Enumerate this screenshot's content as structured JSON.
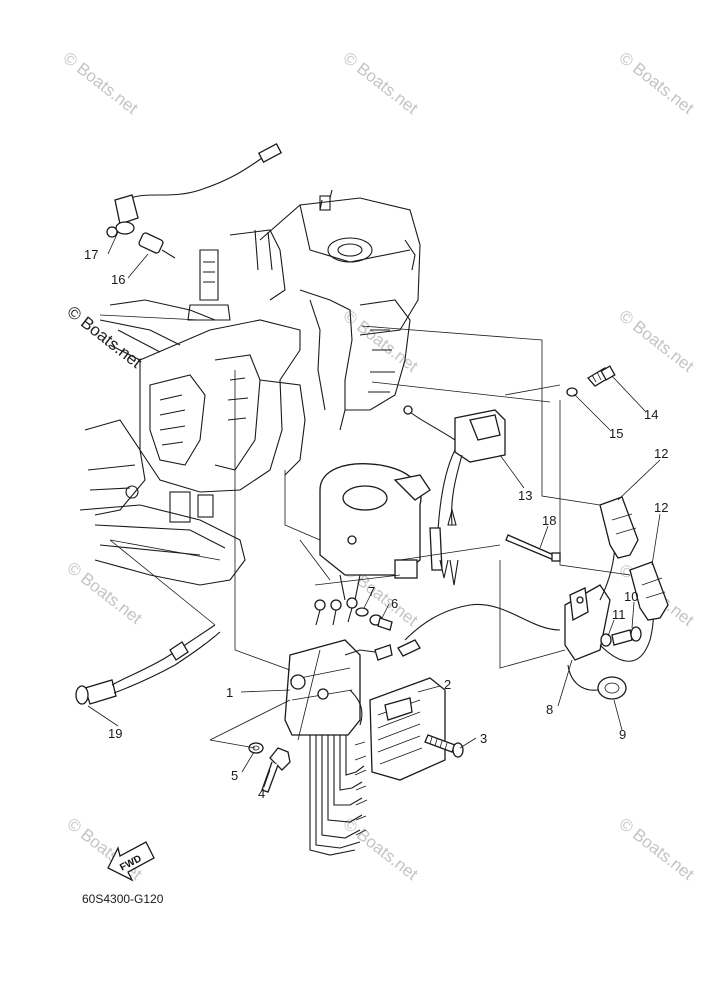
{
  "diagram": {
    "drawing_code": "60S4300-G120",
    "fwd_label": "FWD",
    "watermarks": [
      "© Boats.net",
      "© Boats.net",
      "© Boats.net",
      "© Boats.net",
      "© Boats.net",
      "© Boats.net",
      "© Boats.net",
      "© Boats.net",
      "© Boats.net",
      "© Boats.net",
      "© Boats.net",
      "© Boats.net"
    ],
    "callouts": [
      "1",
      "2",
      "3",
      "4",
      "5",
      "6",
      "7",
      "8",
      "9",
      "10",
      "11",
      "12",
      "12",
      "13",
      "14",
      "15",
      "16",
      "17",
      "18",
      "19"
    ]
  }
}
